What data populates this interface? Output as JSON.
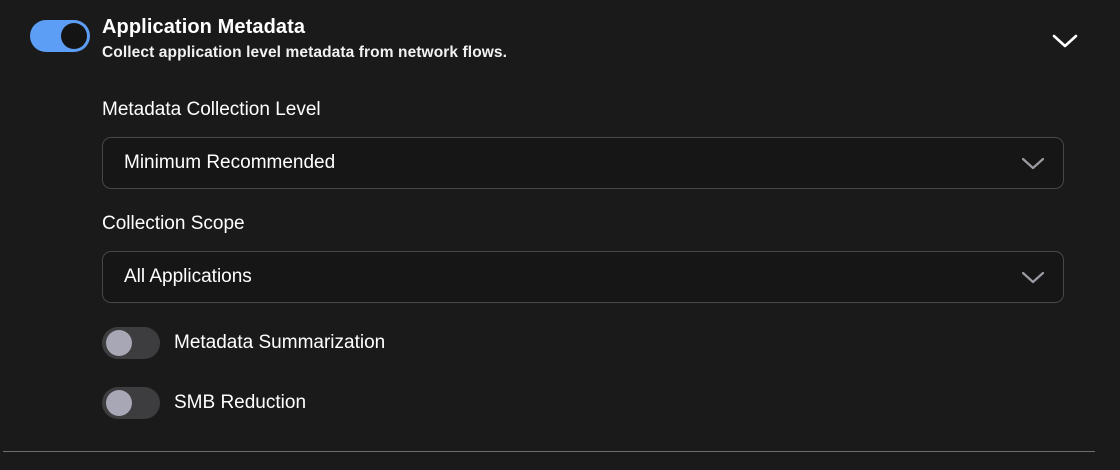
{
  "section": {
    "title": "Application Metadata",
    "subtitle": "Collect application level metadata from network flows.",
    "master_toggle": {
      "name": "application-metadata-toggle",
      "state": "on",
      "track_color": "#5c9ef5",
      "knob_color": "#141414"
    },
    "collapse_icon": "chevron-down-icon"
  },
  "fields": {
    "metadata_collection_level": {
      "label": "Metadata Collection Level",
      "value": "Minimum Recommended",
      "chevron_icon": "chevron-down-icon"
    },
    "collection_scope": {
      "label": "Collection Scope",
      "value": "All Applications",
      "chevron_icon": "chevron-down-icon"
    }
  },
  "switches": [
    {
      "label": "Metadata Summarization",
      "state": "off",
      "track_color": "#3d3d3f",
      "knob_color": "#a7a7b5"
    },
    {
      "label": "SMB Reduction",
      "state": "off",
      "track_color": "#3d3d3f",
      "knob_color": "#a7a7b5"
    }
  ],
  "theme": {
    "background": "#1a1a1a",
    "text": "#ffffff",
    "border": "#47474a",
    "divider": "#6e6e6e",
    "accent": "#5c9ef5"
  }
}
